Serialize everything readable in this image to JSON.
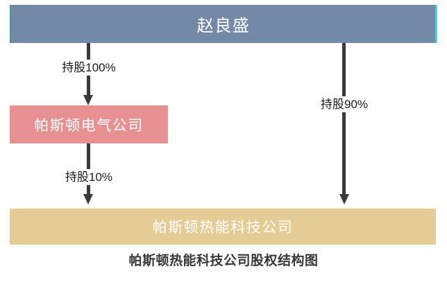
{
  "diagram": {
    "caption": "帕斯顿热能科技公司股权结构图",
    "nodes": {
      "shareholder": {
        "label": "赵良盛",
        "bg": "#7289A8"
      },
      "electric": {
        "label": "帕斯顿电气公司",
        "bg": "#E89192"
      },
      "thermal": {
        "label": "帕斯顿热能科技公司",
        "bg": "#E5CB94"
      }
    },
    "edges": {
      "shareholder_to_electric": {
        "from": "赵良盛",
        "to": "帕斯顿电气公司",
        "label": "持股100%"
      },
      "electric_to_thermal": {
        "from": "帕斯顿电气公司",
        "to": "帕斯顿热能科技公司",
        "label": "持股10%"
      },
      "shareholder_to_thermal": {
        "from": "赵良盛",
        "to": "帕斯顿热能科技公司",
        "label": "持股90%"
      }
    },
    "colors": {
      "background": "#FFFFFF",
      "arrow": "#3A3A3A",
      "node_text": "#FFFFFF",
      "label_bg": "#FFFFFF",
      "label_text": "#1B1B1B",
      "caption_text": "#383838",
      "selection_cyan": "#26E5E9"
    }
  }
}
